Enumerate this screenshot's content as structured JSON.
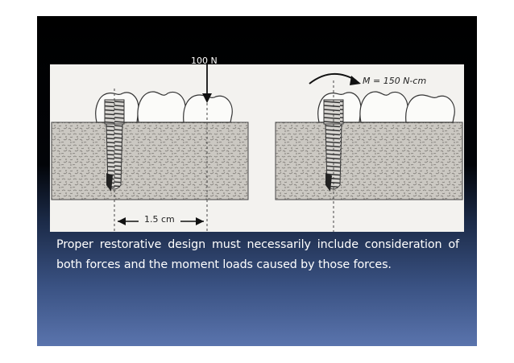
{
  "figure": {
    "left_panel": {
      "force_label": "100 N",
      "distance_label": "1.5 cm"
    },
    "right_panel": {
      "moment_label": "M = 150 N-cm"
    }
  },
  "caption": {
    "text": "Proper restorative design must necessarily include consideration of both forces and the moment loads caused by those forces."
  },
  "colors": {
    "slide_top": "#000000",
    "slide_bottom": "#5a74ad",
    "bone": "#c9c6c0",
    "caption_text": "#ffffff"
  }
}
